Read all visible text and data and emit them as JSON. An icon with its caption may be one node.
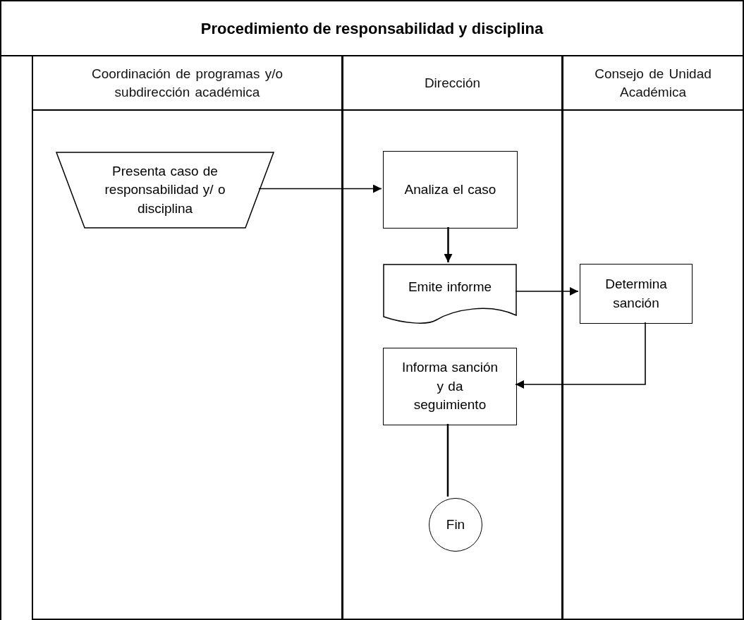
{
  "diagram": {
    "title": "Procedimiento de responsabilidad y disciplina",
    "nodes": [
      {
        "text": [
          "Coordinación de programas y/o subdirección académica"
        ]
      },
      {
        "text": [
          "Dirección"
        ]
      },
      {
        "text": [
          "Consejo de Unidad Académica"
        ]
      },
      {
        "text": [
          "Presenta caso de responsabilidad y/ o disciplina"
        ],
        "in": 0
      },
      {
        "text": [
          "Analiza el caso"
        ],
        "in": 1
      },
      {
        "text": [
          "Emite informe"
        ],
        "in": 1
      },
      {
        "text": [
          "Determina sanción"
        ],
        "in": 2
      },
      {
        "text": [
          "Informa sanción y da seguimiento"
        ],
        "in": 1
      },
      {
        "text": [
          "Fin"
        ],
        "in": 1
      }
    ],
    "edges": [
      {
        "from": 3,
        "to": 4,
        "arrow": "to"
      },
      {
        "from": 4,
        "to": 5,
        "arrow": "to"
      },
      {
        "from": 5,
        "to": 6,
        "arrow": "to"
      },
      {
        "from": 6,
        "to": 7,
        "arrow": "to"
      },
      {
        "from": 7,
        "to": 8,
        "arrow": "none"
      }
    ]
  }
}
